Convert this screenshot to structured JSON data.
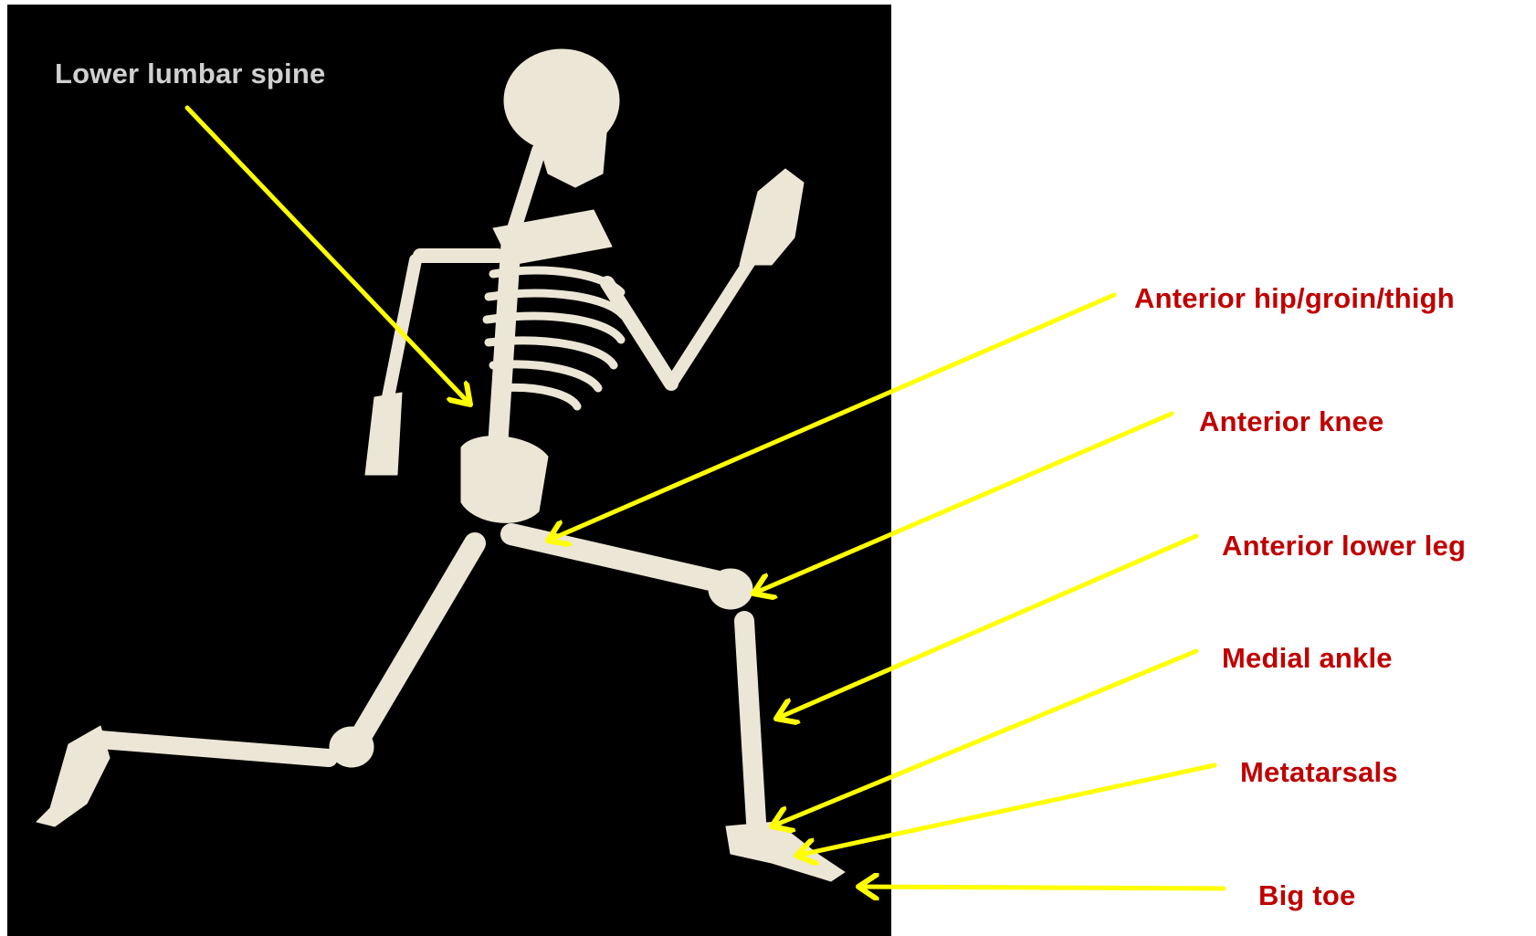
{
  "colors": {
    "photo_background": "#000000",
    "bone": "#ece6d6",
    "arrow": "#ffff00",
    "label_on_photo": "#d0d0d0",
    "label_outside": "#c00000"
  },
  "labels": {
    "lower_lumbar_spine": "Lower lumbar spine",
    "anterior_hip": "Anterior hip/groin/thigh",
    "anterior_knee": "Anterior knee",
    "anterior_lower_leg": "Anterior lower leg",
    "medial_ankle": "Medial ankle",
    "metatarsals": "Metatarsals",
    "big_toe": "Big toe"
  }
}
